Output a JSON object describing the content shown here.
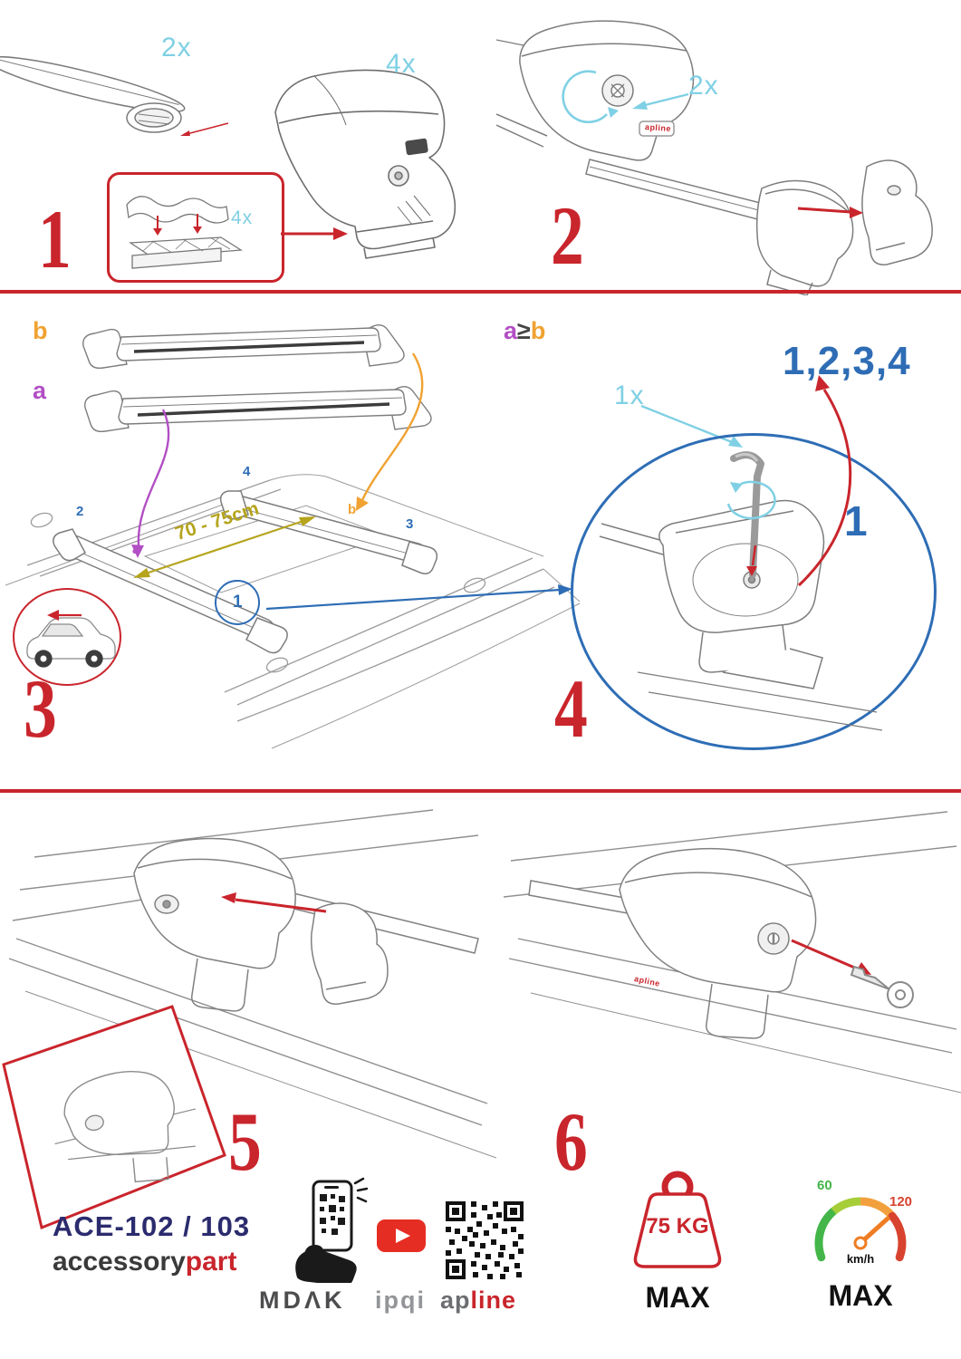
{
  "colors": {
    "red": "#c9252c",
    "cyan": "#7fd0e4",
    "blue": "#2e6db5",
    "purple": "#b24fc4",
    "orange": "#f0a232",
    "olive": "#b5a41c",
    "navy": "#2b2b6e"
  },
  "step1": {
    "number": "1",
    "bar_qty": "2x",
    "foot_qty": "4x",
    "pad_qty": "4x"
  },
  "step2": {
    "number": "2",
    "knob_qty": "2x",
    "foot_brand": "apline"
  },
  "step3": {
    "number": "3",
    "bar_b_label": "b",
    "bar_a_label": "a",
    "rule_a": "a",
    "rule_op": "≥",
    "rule_b": "b",
    "distance": "70 - 75cm",
    "pos1": "1",
    "pos2": "2",
    "pos3": "3",
    "pos4": "4",
    "roof_a": "a",
    "roof_b": "b"
  },
  "step4": {
    "number": "4",
    "key_qty": "1x",
    "sequence": "1,2,3,4",
    "start": "1"
  },
  "step5": {
    "number": "5"
  },
  "step6": {
    "number": "6",
    "foot_brand": "apline"
  },
  "footer": {
    "model": "ACE-102 / 103",
    "brand_part1": "accessory",
    "brand_part2": "part",
    "logo_mdak": "MDΛK",
    "logo_ipqi": "ipqi",
    "logo_apline_1": "ap",
    "logo_apline_2": "line",
    "max_weight": "75 KG",
    "weight_max_label": "MAX",
    "speed_min": "60",
    "speed_max_value": "120",
    "speed_unit": "km/h",
    "speed_max_label": "MAX"
  }
}
